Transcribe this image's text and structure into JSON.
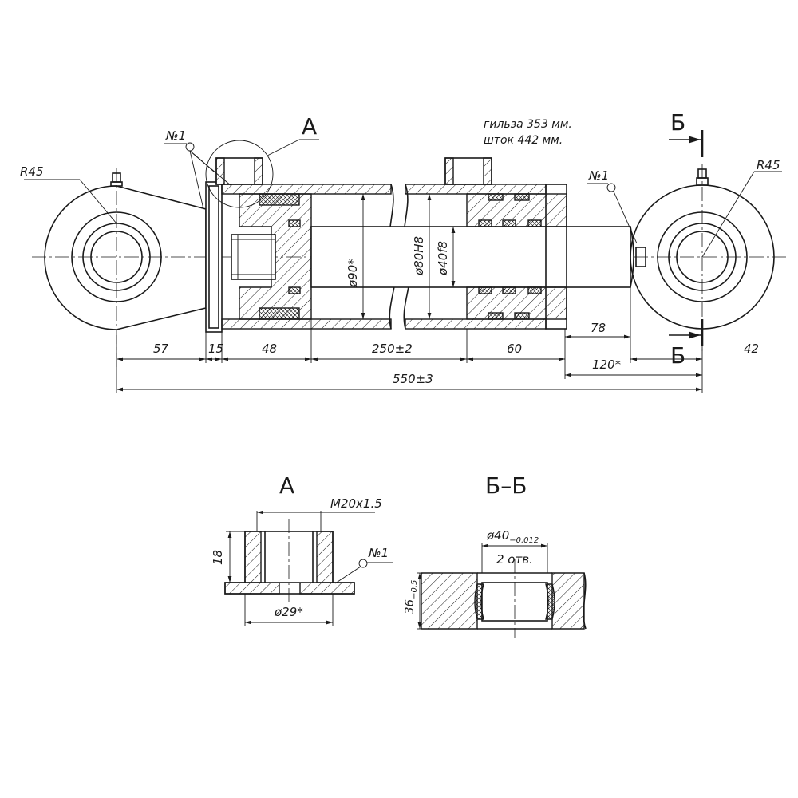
{
  "notes": {
    "line1": "гильза 353 мм.",
    "line2": "шток 442 мм."
  },
  "labels": {
    "view_a_main": "А",
    "view_b_top": "Б",
    "view_b_bottom": "Б",
    "view_a_title": "А",
    "view_bb_title": "Б–Б"
  },
  "dims": {
    "r45_left": "R45",
    "r45_right": "R45",
    "n1_left": "№1",
    "n1_right": "№1",
    "n1_detail": "№1",
    "d90": "ø90*",
    "d80": "ø80H8",
    "d40": "ø40f8",
    "seg_57": "57",
    "seg_15": "15",
    "seg_48": "48",
    "seg_250": "250±2",
    "seg_60": "60",
    "seg_78": "78",
    "seg_120": "120*",
    "seg_42": "42",
    "total_550": "550±3",
    "thread": "M20x1.5",
    "h18": "18",
    "d29": "ø29*",
    "d40_main": "ø40",
    "d40_tol": "−0,012",
    "holes": "2 отв.",
    "h36_main": "36",
    "h36_tol": "−0,5"
  }
}
